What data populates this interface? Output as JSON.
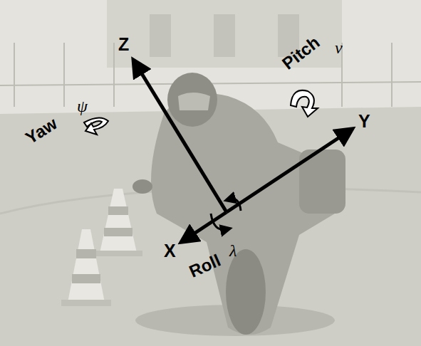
{
  "diagram": {
    "labels": [
      "Z",
      "Yaw",
      "ψ",
      "Pitch",
      "ν",
      "Y",
      "X",
      "Roll",
      "λ"
    ]
  }
}
